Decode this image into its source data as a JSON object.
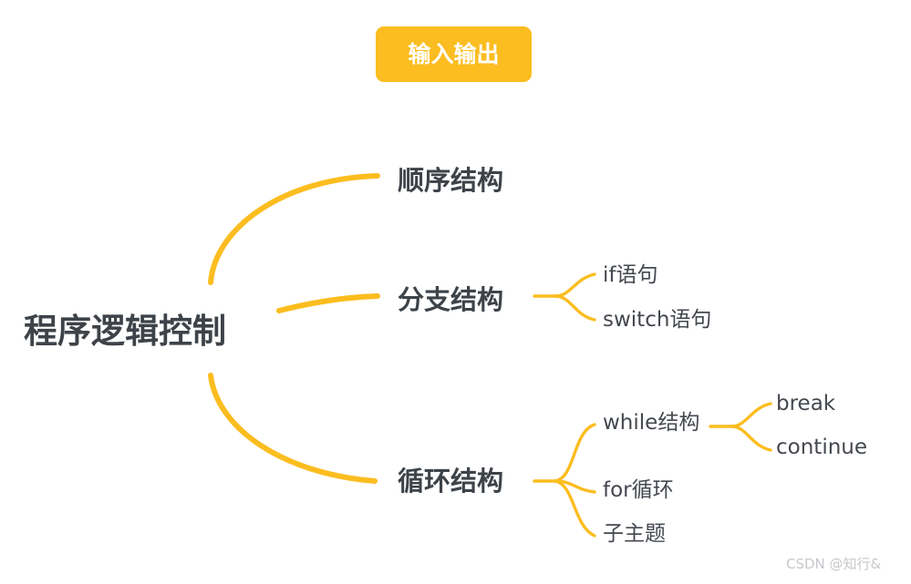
{
  "diagram": {
    "type": "mindmap",
    "title": "程序逻辑控制",
    "background": "#ffffff",
    "accent_color": "#fbbd1f",
    "text_color": "#3d4349"
  },
  "root": {
    "label": "程序逻辑控制"
  },
  "floating_topic": {
    "label": "输入输出",
    "fill": "#fbbd1f",
    "text_color": "#ffffff"
  },
  "branches": [
    {
      "label": "顺序结构",
      "children": []
    },
    {
      "label": "分支结构",
      "children": [
        {
          "label": "if语句",
          "children": []
        },
        {
          "label": "switch语句",
          "children": []
        }
      ]
    },
    {
      "label": "循环结构",
      "children": [
        {
          "label": "while结构",
          "children": [
            {
              "label": "break"
            },
            {
              "label": "continue"
            }
          ]
        },
        {
          "label": "for循环",
          "children": []
        },
        {
          "label": "子主题",
          "children": []
        }
      ]
    }
  ],
  "watermark": {
    "label": "CSDN @知行&"
  }
}
